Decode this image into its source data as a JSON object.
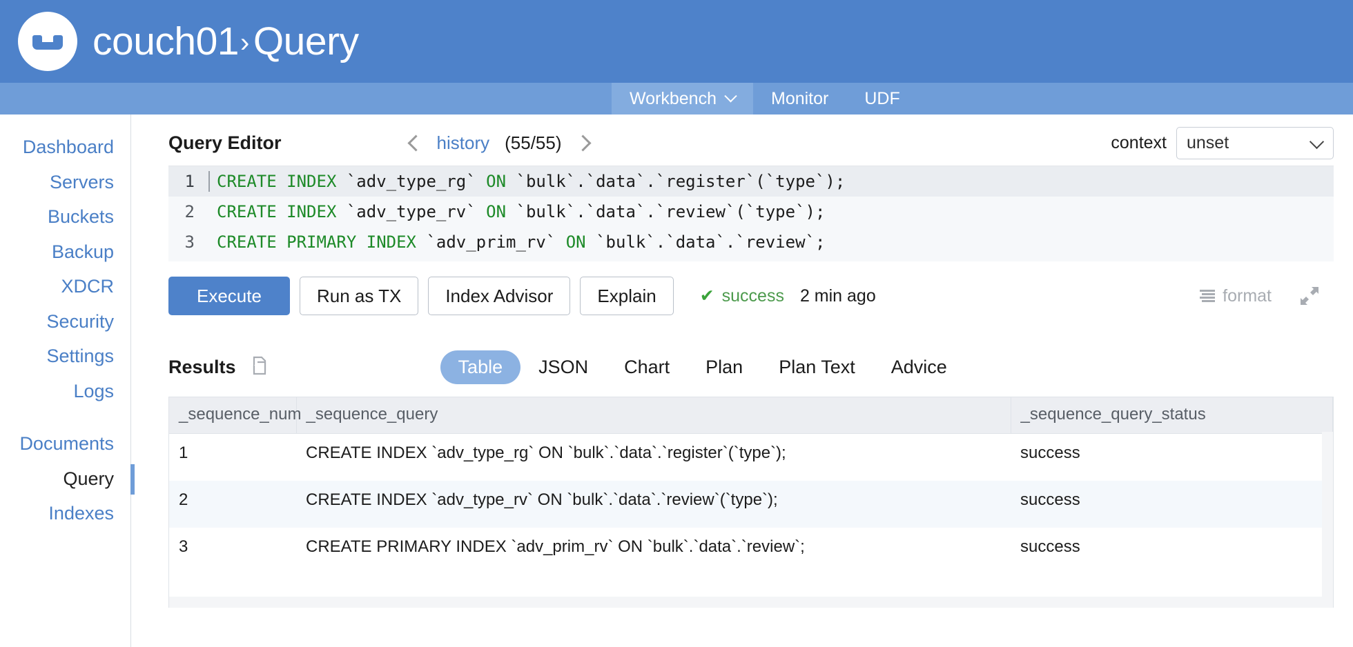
{
  "header": {
    "logo_icon": "couchbase-logo-icon",
    "cluster": "couch01",
    "separator": "›",
    "section": "Query",
    "brand_color": "#4e82ca"
  },
  "subnav": {
    "bar_color": "#6f9dd8",
    "active_color": "#83acdf",
    "items": [
      {
        "label": "Workbench",
        "active": true,
        "has_caret": true
      },
      {
        "label": "Monitor",
        "active": false,
        "has_caret": false
      },
      {
        "label": "UDF",
        "active": false,
        "has_caret": false
      }
    ]
  },
  "sidebar": {
    "link_color": "#4a7fc6",
    "group_one": [
      {
        "label": "Dashboard",
        "active": false
      },
      {
        "label": "Servers",
        "active": false
      },
      {
        "label": "Buckets",
        "active": false
      },
      {
        "label": "Backup",
        "active": false
      },
      {
        "label": "XDCR",
        "active": false
      },
      {
        "label": "Security",
        "active": false
      },
      {
        "label": "Settings",
        "active": false
      },
      {
        "label": "Logs",
        "active": false
      }
    ],
    "group_two": [
      {
        "label": "Documents",
        "active": false
      },
      {
        "label": "Query",
        "active": true
      },
      {
        "label": "Indexes",
        "active": false
      }
    ]
  },
  "editor": {
    "title": "Query Editor",
    "history_label": "history",
    "history_count": "(55/55)",
    "prev_icon": "chevron-left-icon",
    "next_icon": "chevron-right-icon",
    "context_label": "context",
    "context_value": "unset",
    "context_caret_icon": "chevron-down-icon",
    "lines": [
      {
        "num": "1",
        "active": true,
        "tokens": [
          {
            "t": "CREATE INDEX ",
            "k": true
          },
          {
            "t": "`adv_type_rg` ",
            "k": false
          },
          {
            "t": "ON ",
            "k": true
          },
          {
            "t": "`bulk`.`data`.`register`(`type`);",
            "k": false
          }
        ]
      },
      {
        "num": "2",
        "active": false,
        "tokens": [
          {
            "t": "CREATE INDEX ",
            "k": true
          },
          {
            "t": "`adv_type_rv` ",
            "k": false
          },
          {
            "t": "ON ",
            "k": true
          },
          {
            "t": "`bulk`.`data`.`review`(`type`);",
            "k": false
          }
        ]
      },
      {
        "num": "3",
        "active": false,
        "tokens": [
          {
            "t": "CREATE PRIMARY INDEX ",
            "k": true
          },
          {
            "t": "`adv_prim_rv` ",
            "k": false
          },
          {
            "t": "ON ",
            "k": true
          },
          {
            "t": "`bulk`.`data`.`review`;",
            "k": false
          }
        ]
      }
    ]
  },
  "actions": {
    "execute": "Execute",
    "run_as_tx": "Run as TX",
    "index_advisor": "Index Advisor",
    "explain": "Explain",
    "status_check_icon": "check-icon",
    "status_text": "success",
    "status_time": "2 min ago",
    "format_label": "format",
    "format_icon": "format-lines-icon",
    "expand_icon": "expand-diagonal-icon"
  },
  "results": {
    "title": "Results",
    "copy_icon": "copy-icon",
    "tabs": [
      {
        "label": "Table",
        "active": true
      },
      {
        "label": "JSON",
        "active": false
      },
      {
        "label": "Chart",
        "active": false
      },
      {
        "label": "Plan",
        "active": false
      },
      {
        "label": "Plan Text",
        "active": false
      },
      {
        "label": "Advice",
        "active": false
      }
    ],
    "columns": [
      "_sequence_num",
      "_sequence_query",
      "_sequence_query_status"
    ],
    "rows": [
      {
        "_sequence_num": "1",
        "_sequence_query": "CREATE INDEX `adv_type_rg` ON `bulk`.`data`.`register`(`type`);",
        "_sequence_query_status": "success"
      },
      {
        "_sequence_num": "2",
        "_sequence_query": "CREATE INDEX `adv_type_rv` ON `bulk`.`data`.`review`(`type`);",
        "_sequence_query_status": "success"
      },
      {
        "_sequence_num": "3",
        "_sequence_query": "CREATE PRIMARY INDEX `adv_prim_rv` ON `bulk`.`data`.`review`;",
        "_sequence_query_status": "success"
      }
    ]
  }
}
